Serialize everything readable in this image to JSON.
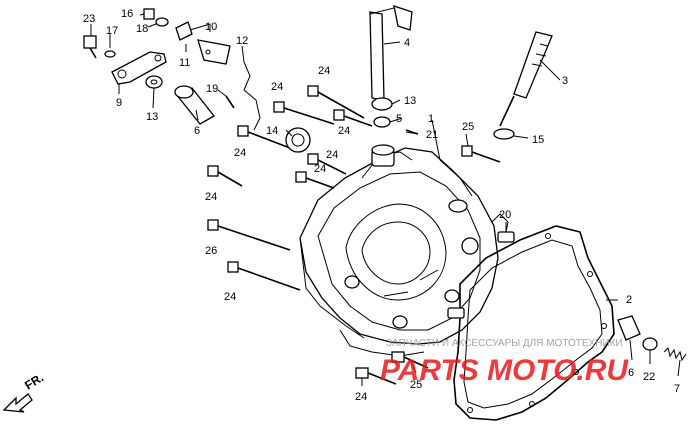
{
  "callouts": {
    "c1": "1",
    "c2": "2",
    "c3": "3",
    "c4": "4",
    "c5": "5",
    "c6a": "6",
    "c6b": "6",
    "c7": "7",
    "c9": "9",
    "c10": "10",
    "c11": "11",
    "c12": "12",
    "c13a": "13",
    "c13b": "13",
    "c14": "14",
    "c15": "15",
    "c16": "16",
    "c17": "17",
    "c18": "18",
    "c19": "19",
    "c20": "20",
    "c21": "21",
    "c22": "22",
    "c23": "23",
    "c24a": "24",
    "c24b": "24",
    "c24c": "24",
    "c24d": "24",
    "c24e": "24",
    "c24f": "24",
    "c24g": "24",
    "c24h": "24",
    "c25a": "25",
    "c25b": "25",
    "c26": "26"
  },
  "direction_marker": "FR.",
  "watermark": {
    "main": "PARTS MOTO.RU",
    "sub": "ЗАПЧАСТИ И АКСЕССУАРЫ ДЛЯ МОТОТЕХНИКИ"
  },
  "colors": {
    "line": "#000000",
    "watermark": "#e8191e"
  }
}
